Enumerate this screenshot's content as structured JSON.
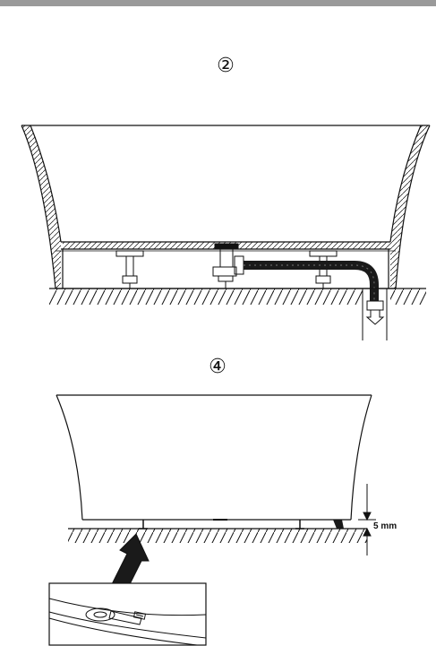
{
  "steps": [
    {
      "id": "step-2",
      "marker": "②"
    },
    {
      "id": "step-4",
      "marker": "④"
    }
  ],
  "dimension": {
    "gap_label": "5 mm"
  },
  "colors": {
    "header_bar": "#9a9a9a",
    "line": "#111111",
    "hose": "#1a1a1a",
    "background": "#ffffff"
  }
}
